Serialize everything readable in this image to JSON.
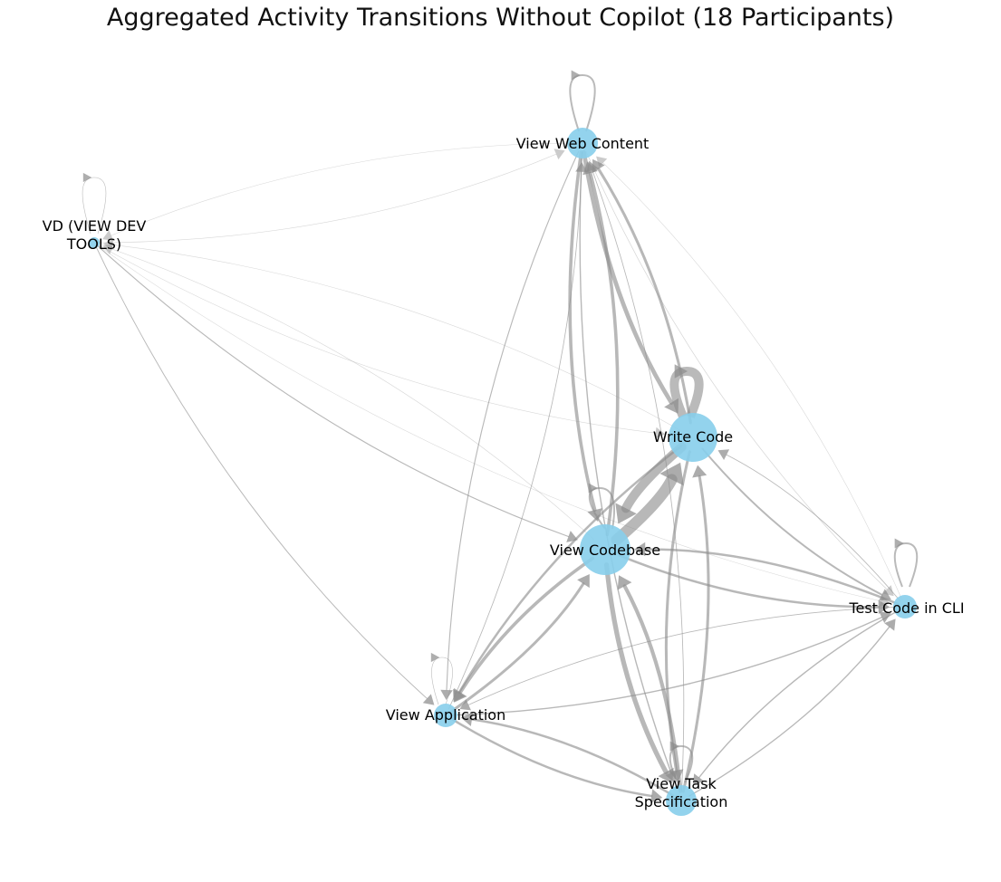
{
  "title": "Aggregated Activity Transitions Without Copilot (18 Participants)",
  "colors": {
    "node": "#87ceeb",
    "edge": "#8c8c8c",
    "label": "#000000",
    "background": "#ffffff"
  },
  "nodes": [
    {
      "id": "web",
      "label_lines": [
        "View Web Content"
      ],
      "size": "medium",
      "self_loop": "medium"
    },
    {
      "id": "vd",
      "label_lines": [
        "VD (VIEW DEV",
        "TOOLS)"
      ],
      "size": "tiny",
      "self_loop": "thin"
    },
    {
      "id": "write",
      "label_lines": [
        "Write Code"
      ],
      "size": "large",
      "self_loop": "heavy"
    },
    {
      "id": "codebase",
      "label_lines": [
        "View Codebase"
      ],
      "size": "largest",
      "self_loop": "medium"
    },
    {
      "id": "cli",
      "label_lines": [
        "Test Code in CLI"
      ],
      "size": "small",
      "self_loop": "medium"
    },
    {
      "id": "app",
      "label_lines": [
        "View Application"
      ],
      "size": "small",
      "self_loop": "thin"
    },
    {
      "id": "task",
      "label_lines": [
        "View Task",
        "Specification"
      ],
      "size": "medium",
      "self_loop": "medium"
    }
  ],
  "edges": [
    {
      "from": "codebase",
      "to": "write",
      "weight": 22
    },
    {
      "from": "write",
      "to": "codebase",
      "weight": 18
    },
    {
      "from": "codebase",
      "to": "task",
      "weight": 9
    },
    {
      "from": "task",
      "to": "codebase",
      "weight": 7
    },
    {
      "from": "web",
      "to": "write",
      "weight": 8
    },
    {
      "from": "write",
      "to": "web",
      "weight": 5
    },
    {
      "from": "codebase",
      "to": "web",
      "weight": 6
    },
    {
      "from": "web",
      "to": "codebase",
      "weight": 6
    },
    {
      "from": "codebase",
      "to": "app",
      "weight": 6
    },
    {
      "from": "app",
      "to": "codebase",
      "weight": 5
    },
    {
      "from": "write",
      "to": "task",
      "weight": 5
    },
    {
      "from": "task",
      "to": "write",
      "weight": 5
    },
    {
      "from": "write",
      "to": "app",
      "weight": 4
    },
    {
      "from": "app",
      "to": "task",
      "weight": 4
    },
    {
      "from": "task",
      "to": "app",
      "weight": 4
    },
    {
      "from": "codebase",
      "to": "cli",
      "weight": 4
    },
    {
      "from": "cli",
      "to": "codebase",
      "weight": 4
    },
    {
      "from": "write",
      "to": "cli",
      "weight": 3
    },
    {
      "from": "cli",
      "to": "write",
      "weight": 1
    },
    {
      "from": "web",
      "to": "task",
      "weight": 2
    },
    {
      "from": "task",
      "to": "web",
      "weight": 1
    },
    {
      "from": "task",
      "to": "cli",
      "weight": 2
    },
    {
      "from": "cli",
      "to": "task",
      "weight": 2
    },
    {
      "from": "app",
      "to": "cli",
      "weight": 2
    },
    {
      "from": "cli",
      "to": "app",
      "weight": 1
    },
    {
      "from": "web",
      "to": "app",
      "weight": 1.5
    },
    {
      "from": "app",
      "to": "web",
      "weight": 1
    },
    {
      "from": "web",
      "to": "cli",
      "weight": 0.8
    },
    {
      "from": "cli",
      "to": "web",
      "weight": 0.5
    },
    {
      "from": "vd",
      "to": "codebase",
      "weight": 1.5
    },
    {
      "from": "codebase",
      "to": "vd",
      "weight": 0.6
    },
    {
      "from": "vd",
      "to": "app",
      "weight": 1.2
    },
    {
      "from": "vd",
      "to": "web",
      "weight": 0.5
    },
    {
      "from": "web",
      "to": "vd",
      "weight": 0.4
    },
    {
      "from": "vd",
      "to": "write",
      "weight": 0.5
    },
    {
      "from": "write",
      "to": "vd",
      "weight": 0.5
    },
    {
      "from": "vd",
      "to": "cli",
      "weight": 0.4
    }
  ]
}
